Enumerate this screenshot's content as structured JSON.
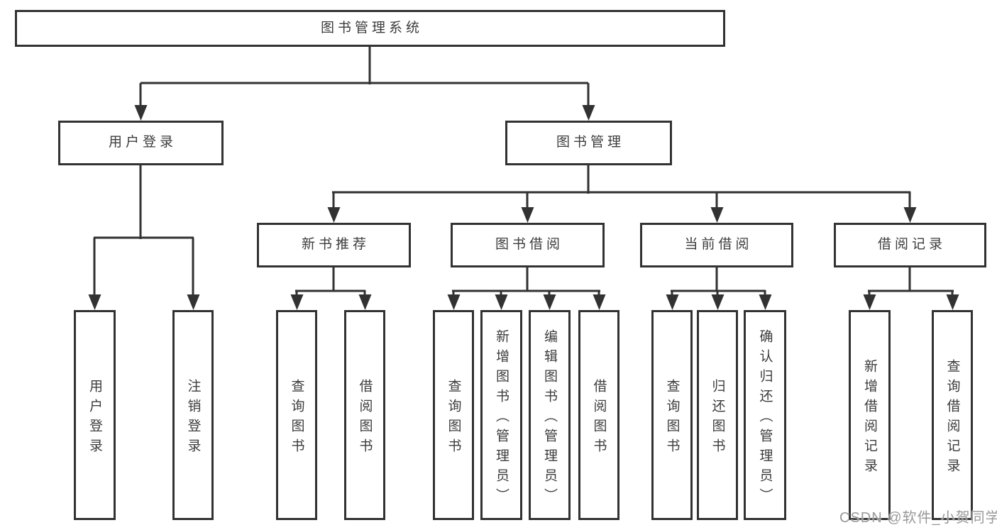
{
  "nodes": {
    "root": "图书管理系统",
    "user_login": "用户登录",
    "book_mgmt": "图书管理",
    "new_books": "新书推荐",
    "book_borrow": "图书借阅",
    "current_borrow": "当前借阅",
    "borrow_records": "借阅记录",
    "leaves": {
      "user_login": [
        "用户登录",
        "注销登录"
      ],
      "new_books": [
        "查询图书",
        "借阅图书"
      ],
      "book_borrow": [
        "查询图书",
        "新增图书（管理员）",
        "编辑图书（管理员）",
        "借阅图书"
      ],
      "current_borrow": [
        "查询图书",
        "归还图书",
        "确认归还（管理员）"
      ],
      "borrow_records": [
        "新增借阅记录",
        "查询借阅记录"
      ]
    }
  },
  "watermark": "CSDN @软件_小贺同学",
  "colors": {
    "line": "#323232",
    "text": "#3c3c3c",
    "watermark": "#98999b",
    "background": "#ffffff"
  }
}
